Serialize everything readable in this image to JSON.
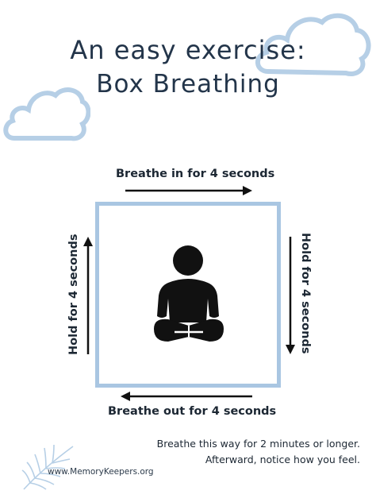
{
  "title": {
    "line1": "An easy exercise:",
    "line2": "Box Breathing"
  },
  "sides": {
    "top": "Breathe in for 4 seconds",
    "right": "Hold for 4 seconds",
    "bottom": "Breathe out for 4 seconds",
    "left": "Hold for 4 seconds"
  },
  "footer": {
    "line1": "Breathe this way for 2 minutes or longer.",
    "line2": "Afterward, notice how you feel."
  },
  "brand": {
    "site": "www.MemoryKeepers.org"
  },
  "colors": {
    "box_border": "#a9c6e2",
    "cloud": "#b6cfe6",
    "ink": "#111111"
  },
  "icons": [
    "cloud-icon",
    "meditating-person-icon",
    "arrow-right-icon",
    "arrow-down-icon",
    "arrow-left-icon",
    "arrow-up-icon",
    "palm-leaf-icon"
  ]
}
